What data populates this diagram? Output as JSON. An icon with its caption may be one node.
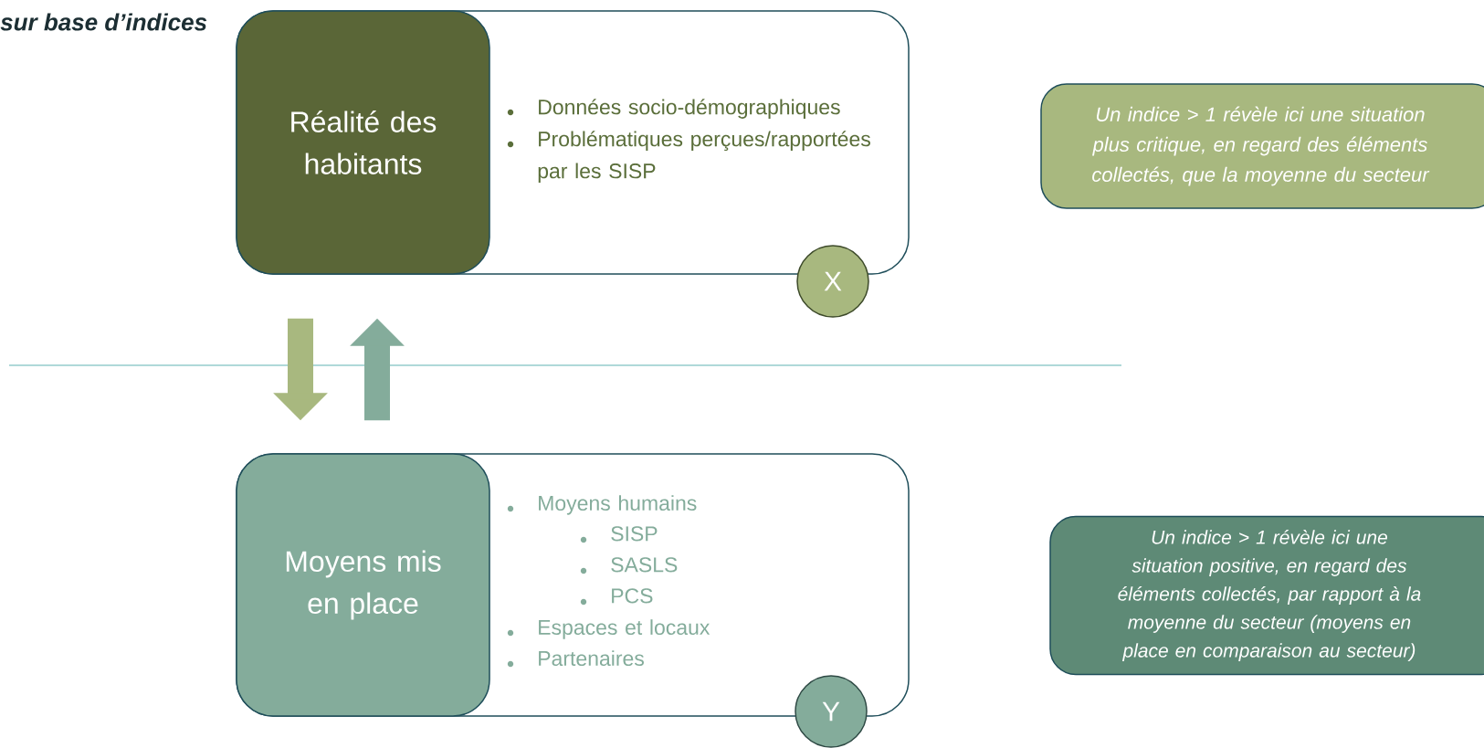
{
  "diagram": {
    "title": "sur base d’indices",
    "nodes": [
      {
        "text": [
          "Données socio-démographiques",
          "Problématiques perçues/rapportées par les SISP"
        ]
      },
      {
        "text": [
          "Réalité des habitants"
        ],
        "in": 0
      },
      {
        "text": [
          "X"
        ]
      },
      {
        "text": [
          "Moyens humains",
          "SISP",
          "SASLS",
          "PCS",
          "Espaces et locaux",
          "Partenaires"
        ]
      },
      {
        "text": [
          "Moyens mis en place"
        ],
        "in": 3
      },
      {
        "text": [
          "Y"
        ]
      },
      {
        "text": [
          "Un indice > 1 révèle ici une situation plus critique, en regard des éléments collectés, que la moyenne du secteur"
        ]
      },
      {
        "text": [
          "Un indice > 1 révèle ici une situation positive, en regard des éléments collectés, par rapport à la moyenne du secteur (moyens en place en comparaison au secteur)"
        ]
      }
    ],
    "edges": [
      {
        "from": 1,
        "to": 4,
        "arrow": "to",
        "color": "#a8b87f"
      },
      {
        "from": 4,
        "to": 1,
        "arrow": "to",
        "color": "#84ac9b"
      }
    ]
  }
}
